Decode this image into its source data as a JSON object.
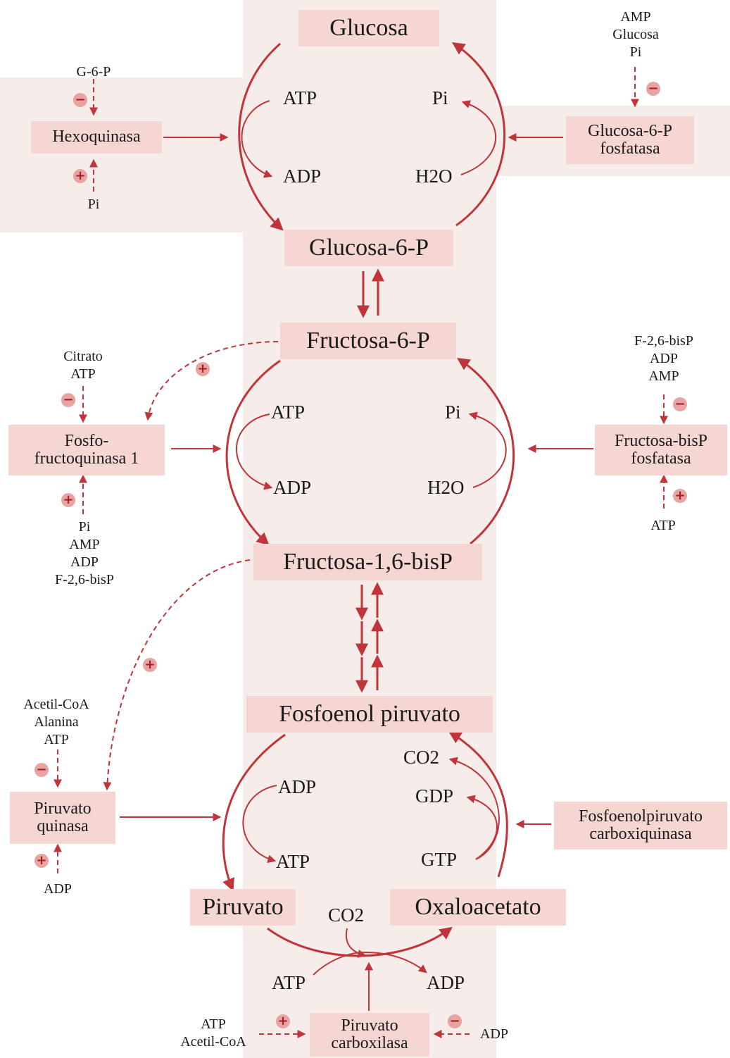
{
  "metabolites": {
    "glucosa": "Glucosa",
    "glucosa6p": "Glucosa-6-P",
    "fructosa6p": "Fructosa-6-P",
    "fructosa16bisp": "Fructosa-1,6-bisP",
    "fosfoenolpiruvato": "Fosfoenol piruvato",
    "piruvato": "Piruvato",
    "oxaloacetato": "Oxaloacetato"
  },
  "enzymes": {
    "hexoquinasa": "Hexoquinasa",
    "glucosa6p_fosfatasa_l1": "Glucosa-6-P",
    "glucosa6p_fosfatasa_l2": "fosfatasa",
    "pfk1_l1": "Fosfo-",
    "pfk1_l2": "fructoquinasa 1",
    "fbpasa_l1": "Fructosa-bisP",
    "fbpasa_l2": "fosfatasa",
    "piruvato_quinasa_l1": "Piruvato",
    "piruvato_quinasa_l2": "quinasa",
    "pepck_l1": "Fosfoenolpiruvato",
    "pepck_l2": "carboxiquinasa",
    "piruvato_carboxilasa_l1": "Piruvato",
    "piruvato_carboxilasa_l2": "carboxilasa"
  },
  "cofactors": {
    "c1_atp": "ATP",
    "c1_adp": "ADP",
    "c1_pi": "Pi",
    "c1_h2o": "H2O",
    "c2_atp": "ATP",
    "c2_adp": "ADP",
    "c2_pi": "Pi",
    "c2_h2o": "H2O",
    "c3_adp": "ADP",
    "c3_atp": "ATP",
    "c3_co2": "CO2",
    "c3_gdp": "GDP",
    "c3_gtp": "GTP",
    "c4_co2": "CO2",
    "c4_atp": "ATP",
    "c4_adp": "ADP"
  },
  "effectors": {
    "hexoquinasa_inhibitor": "G-6-P",
    "hexoquinasa_activator": "Pi",
    "g6pasa_inhibitors": [
      "AMP",
      "Glucosa",
      "Pi"
    ],
    "pfk1_inhibitors": [
      "Citrato",
      "ATP"
    ],
    "pfk1_activators": [
      "Pi",
      "AMP",
      "ADP",
      "F-2,6-bisP"
    ],
    "fbpasa_inhibitors": [
      "F-2,6-bisP",
      "ADP",
      "AMP"
    ],
    "fbpasa_activator": "ATP",
    "pk_inhibitors": [
      "Acetil-CoA",
      "Alanina",
      "ATP"
    ],
    "pk_activator": "ADP",
    "pc_activators": [
      "ATP",
      "Acetil-CoA"
    ],
    "pc_inhibitor": "ADP"
  },
  "signs": {
    "plus": "+",
    "minus": "−"
  },
  "colors": {
    "arrow": "#c0343a",
    "box": "#f5d6d2",
    "band": "#f6ecea",
    "sign_bg": "#e9a3a0"
  }
}
